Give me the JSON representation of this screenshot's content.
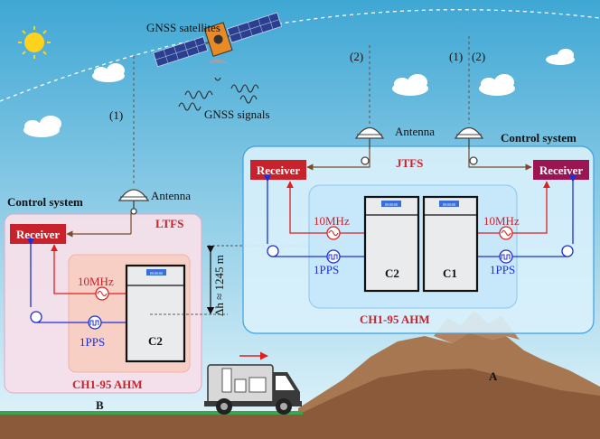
{
  "satellite": {
    "label": "GNSS satellites",
    "signals_label": "GNSS signals"
  },
  "paths": {
    "p1_left": "(1)",
    "p2_mid": "(2)",
    "p1_right": "(1)",
    "p2_right": "(2)"
  },
  "antenna_label_right": "Antenna",
  "antenna_label_left": "Antenna",
  "right_station": {
    "control_system": "Control system",
    "name": "JTFS",
    "receiver_left": "Receiver",
    "receiver_right": "Receiver",
    "freq_left": "10MHz",
    "freq_right": "10MHz",
    "pps_left": "1PPS",
    "pps_right": "1PPS",
    "clock_c2": "C2",
    "clock_c1": "C1",
    "device": "CH1-95 AHM",
    "display_text": "00:00:00"
  },
  "left_station": {
    "control_system": "Control system",
    "name": "LTFS",
    "receiver": "Receiver",
    "freq": "10MHz",
    "pps": "1PPS",
    "clock": "C2",
    "device": "CH1-95 AHM",
    "display_text": "00:00:00"
  },
  "height_diff": "Δh ≈ 1245 m",
  "points": {
    "a": "A",
    "b": "B"
  },
  "colors": {
    "sky_top": "#3fa7d4",
    "sky_bottom": "#e6f6fb",
    "receiver_red": "#c8232c",
    "receiver_purple": "#9b1552",
    "label_red": "#c8232c",
    "ground": "#8a5a3b",
    "grass": "#3fa34d",
    "line_red": "#e02020",
    "line_blue": "#1d2fd6"
  }
}
